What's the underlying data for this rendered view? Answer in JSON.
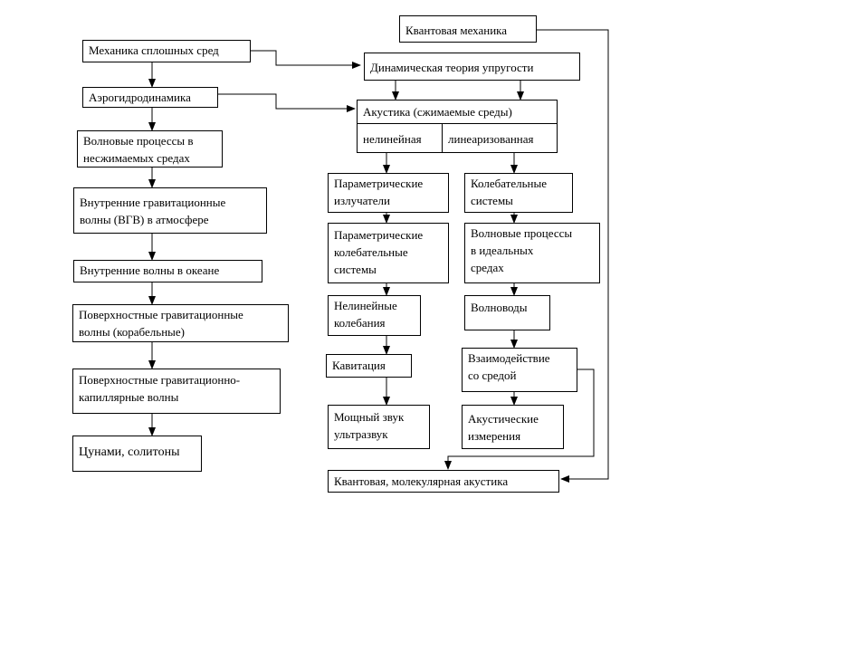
{
  "nodes": {
    "quantum_mechanics": "Квантовая механика",
    "continuum_mechanics": "Механика сплошных сред",
    "dynamic_elasticity": "Динамическая теория упругости",
    "aerohydrodynamics": "Аэрогидродинамика",
    "acoustics": "Акустика (сжимаемые среды)",
    "nonlinear": "нелинейная",
    "linearized": "линеаризованная",
    "wave_incompressible": "Волновые процессы в\nнесжимаемых средах",
    "internal_gravity_atm": "Внутренние гравитационные\nволны (ВГВ) в атмосфере",
    "internal_ocean": "Внутренние волны в океане",
    "surface_gravity": "Поверхностные гравитационные\nволны (корабельные)",
    "surface_capillary": "Поверхностные гравитационно-\nкапиллярные волны",
    "tsunami": "Цунами, солитоны",
    "param_emitters": "Параметрические\nизлучатели",
    "param_oscillatory": "Параметрические\nколебательные\nсистемы",
    "nonlinear_oscillations": "Нелинейные\nколебания",
    "cavitation": "Кавитация",
    "powerful_sound": "Мощный звук\nультразвук",
    "oscillatory_systems": "Колебательные\nсистемы",
    "wave_ideal": "Волновые процессы\nв идеальных\nсредах",
    "waveguides": "Волноводы",
    "interaction_medium": "Взаимодействие\nсо средой",
    "acoustic_measurements": "Акустические\nизмерения",
    "quantum_molecular_acoustics": "Квантовая, молекулярная акустика"
  }
}
